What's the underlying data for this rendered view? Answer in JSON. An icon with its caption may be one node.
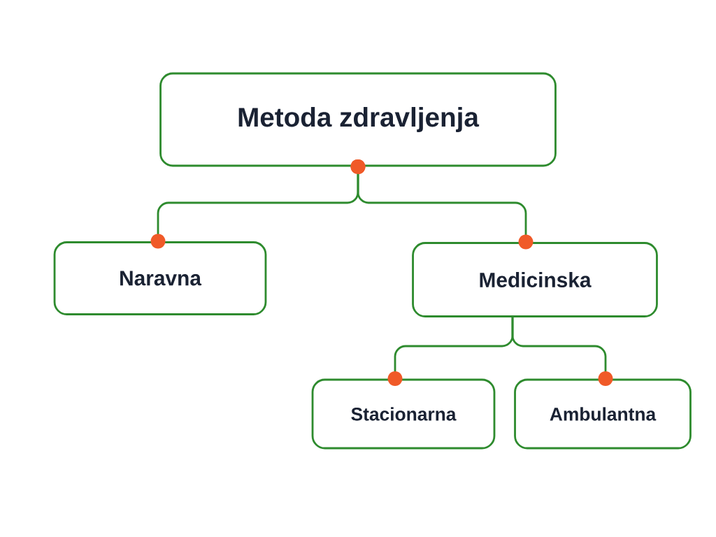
{
  "diagram": {
    "nodes": [
      {
        "text": [
          "Metoda zdravljenja"
        ]
      },
      {
        "text": [
          "Naravna"
        ]
      },
      {
        "text": [
          "Medicinska"
        ]
      },
      {
        "text": [
          "Stacionarna"
        ]
      },
      {
        "text": [
          "Ambulantna"
        ]
      }
    ],
    "edges": [
      {
        "from": 0,
        "to": 1,
        "arrow": "other"
      },
      {
        "from": 0,
        "to": 2,
        "arrow": "other"
      },
      {
        "from": 2,
        "to": 3,
        "arrow": "other"
      },
      {
        "from": 2,
        "to": 4,
        "arrow": "other"
      }
    ]
  }
}
